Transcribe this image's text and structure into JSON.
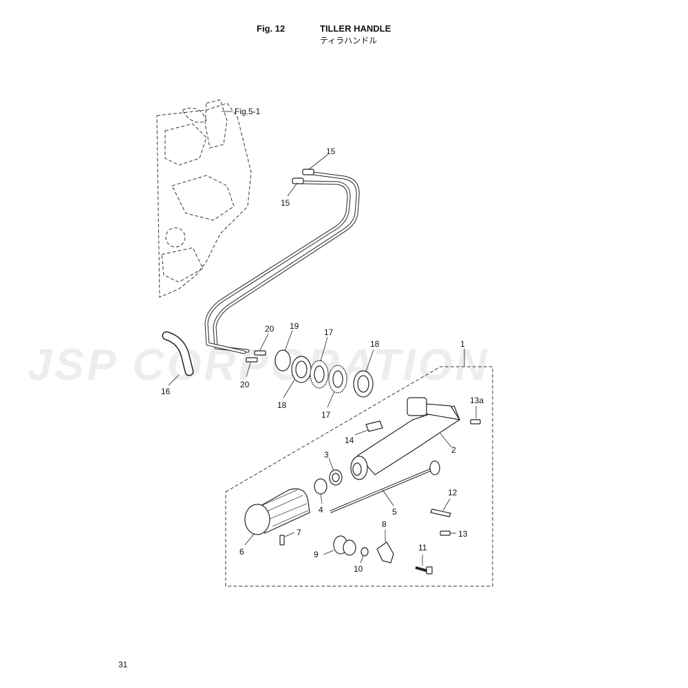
{
  "header": {
    "fig_label": "Fig. 12",
    "title_en": "TILLER HANDLE",
    "title_jp": "ティラハンドル"
  },
  "watermark": "JSP CORPORATION",
  "reference": "Fig.5-1",
  "page_number": "31",
  "callouts": {
    "c1": "1",
    "c2": "2",
    "c3": "3",
    "c4": "4",
    "c5": "5",
    "c6": "6",
    "c7": "7",
    "c8": "8",
    "c9": "9",
    "c10": "10",
    "c11": "11",
    "c12": "12",
    "c13": "13",
    "c13a": "13a",
    "c14": "14",
    "c15a": "15",
    "c15b": "15",
    "c16": "16",
    "c17a": "17",
    "c17b": "17",
    "c18a": "18",
    "c18b": "18",
    "c19": "19",
    "c20a": "20",
    "c20b": "20"
  },
  "colors": {
    "ink": "#111111",
    "watermark": "#ededed"
  }
}
